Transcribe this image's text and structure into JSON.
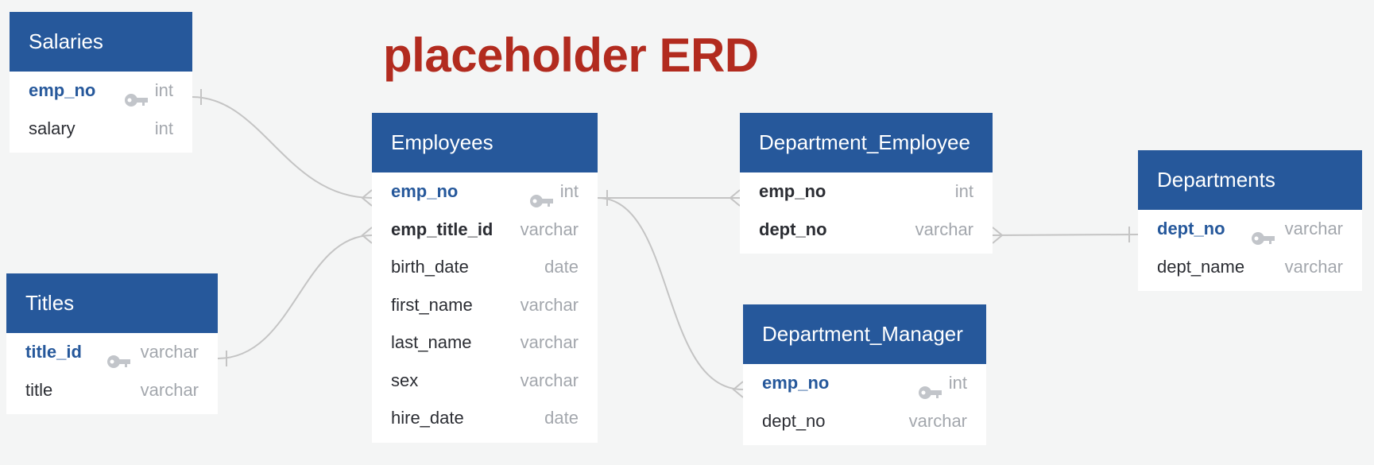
{
  "title": "placeholder ERD",
  "colors": {
    "header": "#26589b",
    "title": "#b22b1f",
    "connector": "#c4c4c4"
  },
  "tables": {
    "salaries": {
      "name": "Salaries",
      "fields": [
        {
          "name": "emp_no",
          "type": "int",
          "pk": true
        },
        {
          "name": "salary",
          "type": "int"
        }
      ]
    },
    "titles": {
      "name": "Titles",
      "fields": [
        {
          "name": "title_id",
          "type": "varchar",
          "pk": true
        },
        {
          "name": "title",
          "type": "varchar"
        }
      ]
    },
    "employees": {
      "name": "Employees",
      "fields": [
        {
          "name": "emp_no",
          "type": "int",
          "pk": true
        },
        {
          "name": "emp_title_id",
          "type": "varchar",
          "fk": true
        },
        {
          "name": "birth_date",
          "type": "date"
        },
        {
          "name": "first_name",
          "type": "varchar"
        },
        {
          "name": "last_name",
          "type": "varchar"
        },
        {
          "name": "sex",
          "type": "varchar"
        },
        {
          "name": "hire_date",
          "type": "date"
        }
      ]
    },
    "dept_emp": {
      "name": "Department_Employee",
      "fields": [
        {
          "name": "emp_no",
          "type": "int",
          "fk": true
        },
        {
          "name": "dept_no",
          "type": "varchar",
          "fk": true
        }
      ]
    },
    "dept_manager": {
      "name": "Department_Manager",
      "fields": [
        {
          "name": "emp_no",
          "type": "int",
          "pk": true
        },
        {
          "name": "dept_no",
          "type": "varchar"
        }
      ]
    },
    "departments": {
      "name": "Departments",
      "fields": [
        {
          "name": "dept_no",
          "type": "varchar",
          "pk": true
        },
        {
          "name": "dept_name",
          "type": "varchar"
        }
      ]
    }
  },
  "relationships": [
    {
      "from": "salaries.emp_no",
      "to": "employees.emp_no",
      "from_card": "one",
      "to_card": "many"
    },
    {
      "from": "titles.title_id",
      "to": "employees.emp_title_id",
      "from_card": "one",
      "to_card": "many"
    },
    {
      "from": "employees.emp_no",
      "to": "dept_emp.emp_no",
      "from_card": "one",
      "to_card": "many"
    },
    {
      "from": "employees.emp_no",
      "to": "dept_manager.emp_no",
      "from_card": "one",
      "to_card": "many"
    },
    {
      "from": "departments.dept_no",
      "to": "dept_emp.dept_no",
      "from_card": "one",
      "to_card": "many"
    }
  ]
}
